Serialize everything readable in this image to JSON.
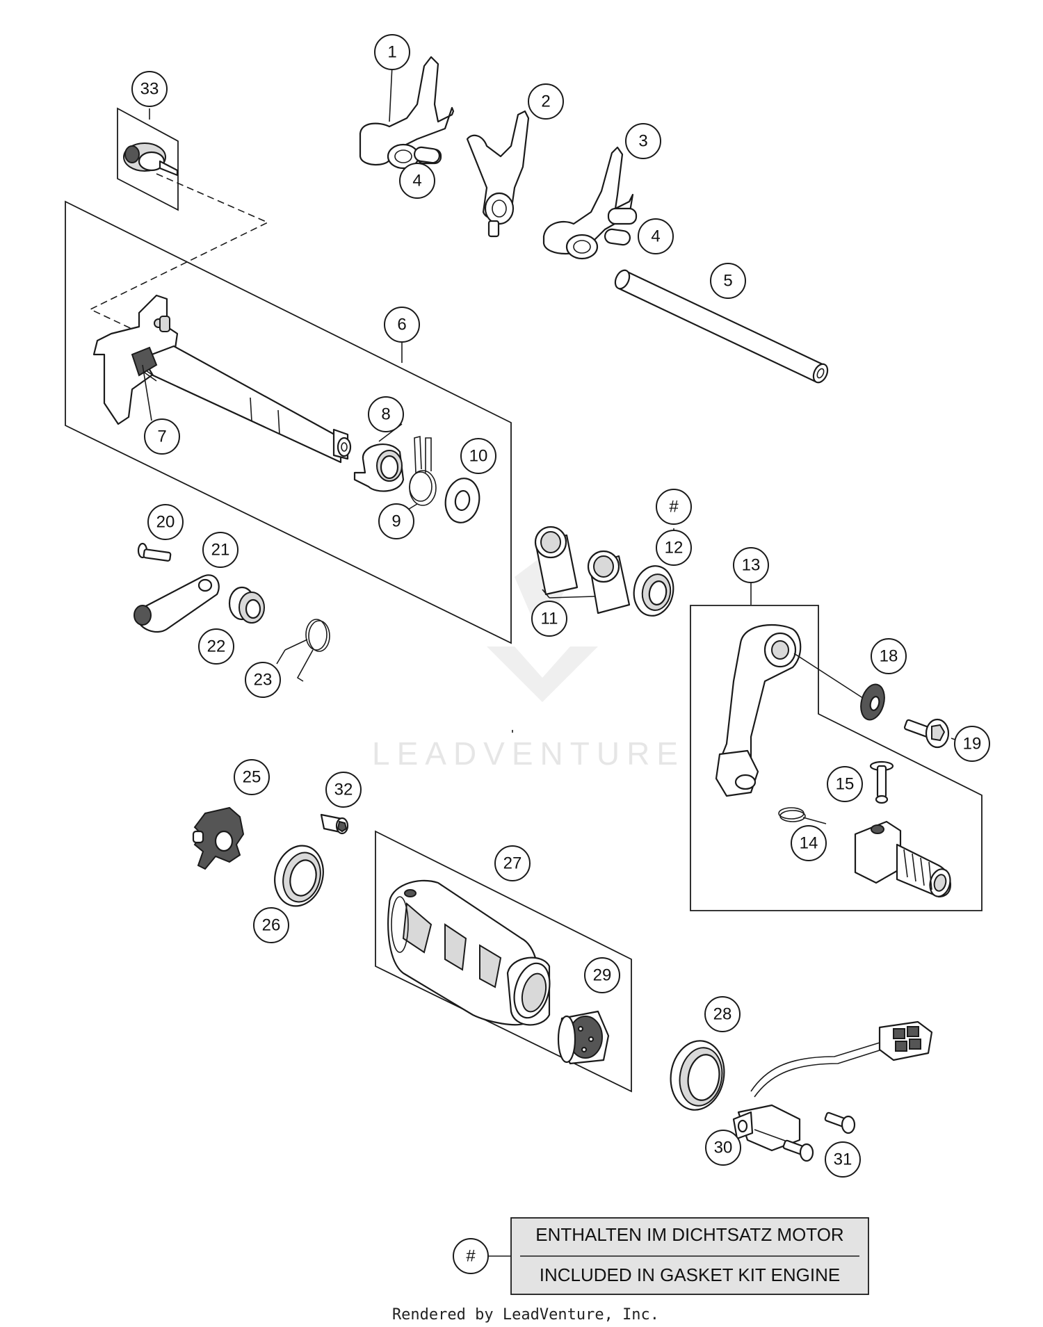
{
  "callouts": {
    "c1": "1",
    "c2": "2",
    "c3": "3",
    "c4a": "4",
    "c4b": "4",
    "c5": "5",
    "c6": "6",
    "c7": "7",
    "c8": "8",
    "c9": "9",
    "c10": "10",
    "c11": "11",
    "c12hash": "#",
    "c12": "12",
    "c13": "13",
    "c14": "14",
    "c15": "15",
    "c18": "18",
    "c19": "19",
    "c20": "20",
    "c21": "21",
    "c22": "22",
    "c23": "23",
    "c25": "25",
    "c26": "26",
    "c27": "27",
    "c28": "28",
    "c29": "29",
    "c30": "30",
    "c31": "31",
    "c32": "32",
    "c33": "33"
  },
  "watermark": {
    "brand": "LEADVENTURE"
  },
  "legend": {
    "symbol": "#",
    "line_de": "ENTHALTEN IM DICHTSATZ MOTOR",
    "line_en": "INCLUDED IN GASKET KIT ENGINE"
  },
  "footer": {
    "credit": "Rendered by LeadVenture, Inc."
  }
}
